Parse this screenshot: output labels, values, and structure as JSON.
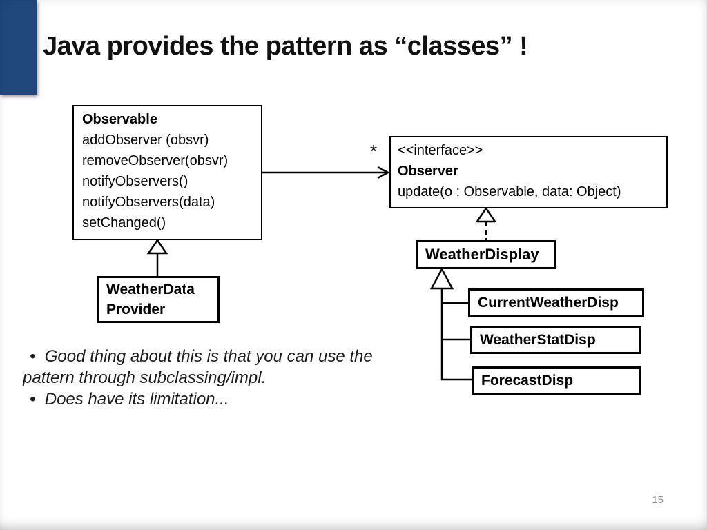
{
  "slide": {
    "title": "Java provides the pattern as “classes” !",
    "page_number": "15",
    "accent_color": "#20487D"
  },
  "diagram": {
    "observable": {
      "name": "Observable",
      "methods": [
        "addObserver (obsvr)",
        "removeObserver(obsvr)",
        "notifyObservers()",
        "notifyObservers(data)",
        "setChanged()"
      ]
    },
    "observer": {
      "stereotype": "<<interface>>",
      "name": "Observer",
      "method": "update(o : Observable, data: Object)"
    },
    "association_multiplicity": "*",
    "weather_display": {
      "name": "WeatherDisplay"
    },
    "weather_data_provider": {
      "name_line1": "WeatherData",
      "name_line2": "Provider"
    },
    "subclasses": [
      "CurrentWeatherDisp",
      "WeatherStatDisp",
      "ForecastDisp"
    ]
  },
  "notes": {
    "line1": "•  Good thing about this is that you can use the",
    "line2": "pattern through subclassing/impl.",
    "line3": "•  Does have its limitation..."
  }
}
